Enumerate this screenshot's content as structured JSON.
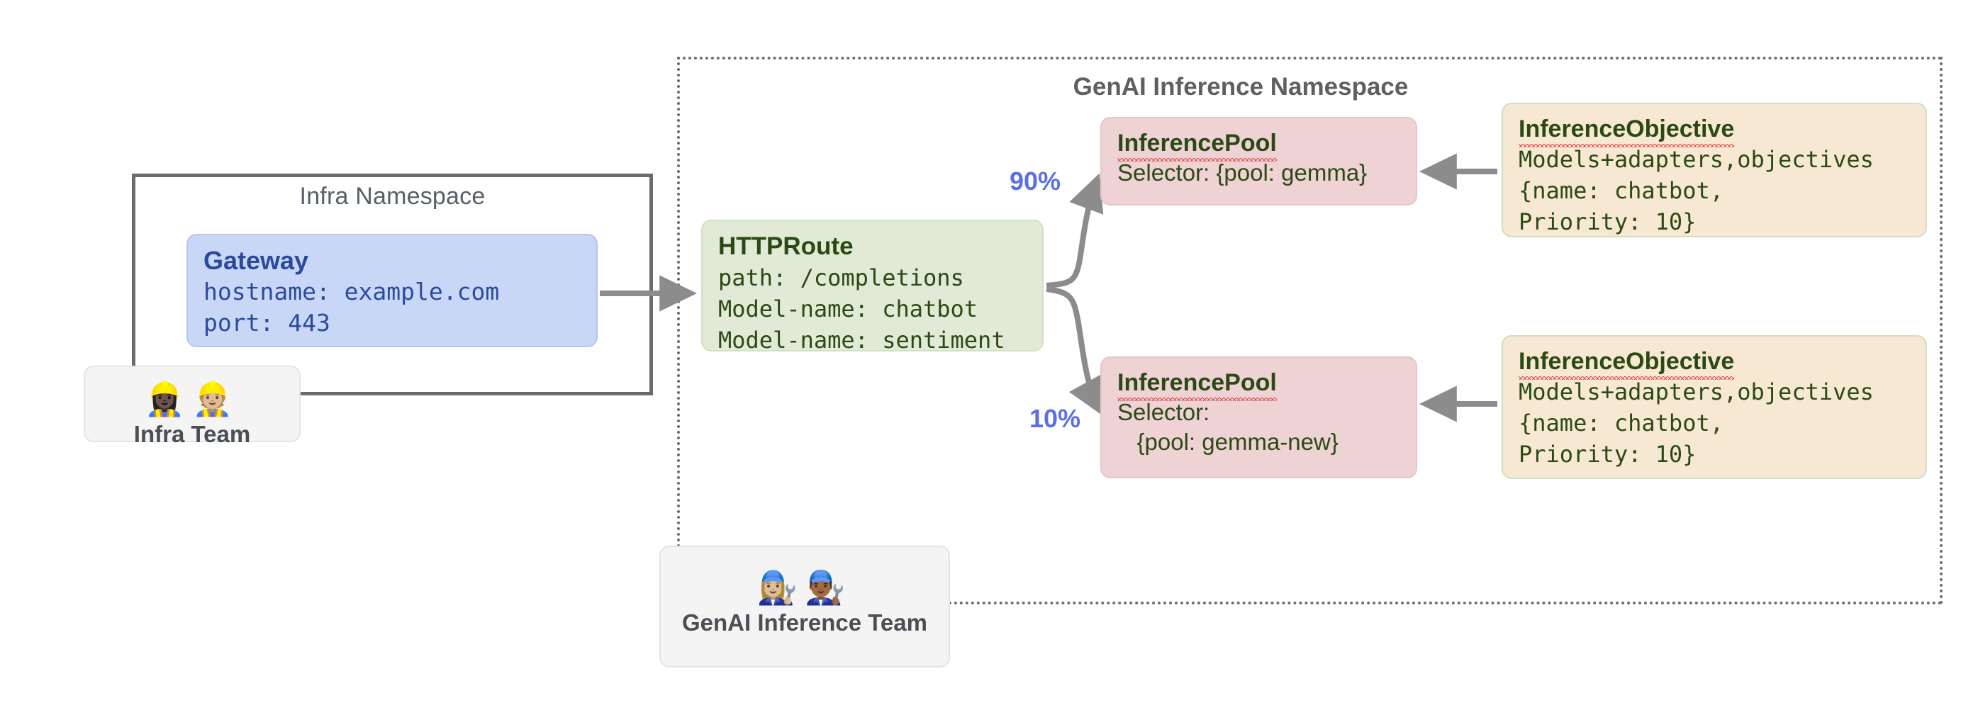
{
  "diagram": {
    "title": "Gateway API Inference Extension routing diagram",
    "colors": {
      "gateway_fill": "#c9d7f7",
      "gateway_text": "#2b4a9c",
      "httproute_fill": "#e0ead6",
      "pool_fill": "#eed2d4",
      "objective_fill": "#f7e8d3",
      "resource_text": "#2b4a13",
      "percentage_text": "#5b6fe8",
      "arrow": "#8c8c8c",
      "namespace_border": "#6b6b6b",
      "team_fill": "#f4f4f4"
    }
  },
  "namespaces": {
    "infra": {
      "label": "Infra Namespace",
      "border_style": "solid"
    },
    "genai": {
      "label": "GenAI Inference Namespace",
      "border_style": "dotted"
    }
  },
  "gateway": {
    "title": "Gateway",
    "lines": [
      "hostname: example.com",
      "port: 443"
    ]
  },
  "httproute": {
    "title": "HTTPRoute",
    "lines": [
      "path: /completions",
      "Model-name: chatbot",
      "Model-name: sentiment"
    ]
  },
  "pools": [
    {
      "title": "InferencePool",
      "lines": [
        "Selector: {pool: gemma}"
      ],
      "weight": "90%"
    },
    {
      "title": "InferencePool",
      "lines": [
        "Selector:",
        "   {pool: gemma-new}"
      ],
      "weight": "10%"
    }
  ],
  "objectives": [
    {
      "title": "InferenceObjective",
      "lines": [
        "Models+adapters,objectives",
        "{name: chatbot,",
        "Priority: 10}"
      ]
    },
    {
      "title": "InferenceObjective",
      "lines": [
        "Models+adapters,objectives",
        "{name: chatbot,",
        "Priority: 10}"
      ]
    }
  ],
  "teams": [
    {
      "name": "Infra Team",
      "faces": "👷🏿‍♀️👷🏼"
    },
    {
      "name": "GenAI Inference Team",
      "faces": "👩🏼‍🔧👨🏾‍🔧"
    }
  ]
}
